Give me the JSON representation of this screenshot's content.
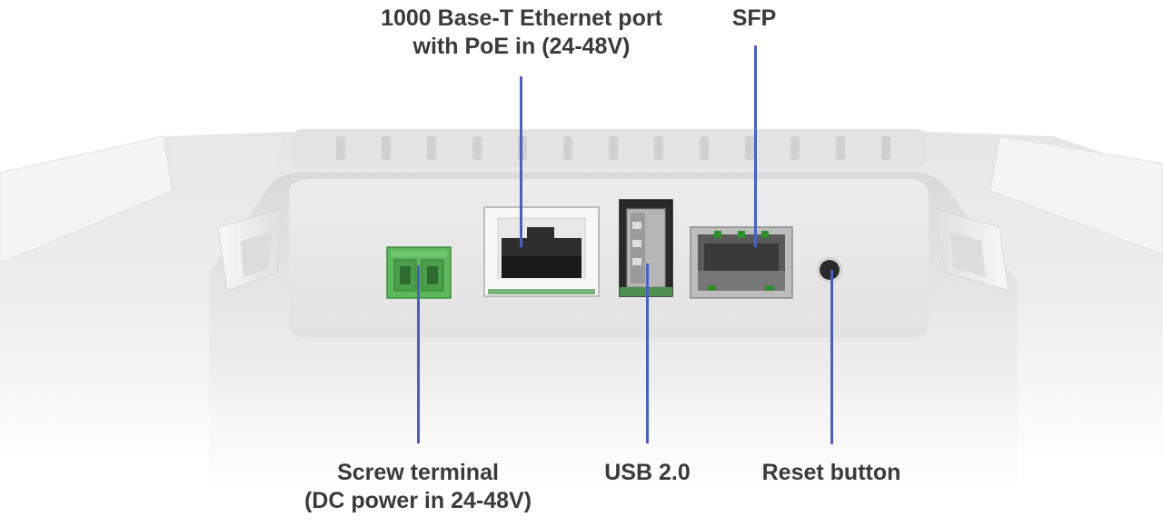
{
  "callouts": {
    "ethernet": {
      "line1": "1000 Base-T Ethernet port",
      "line2": "with PoE in (24-48V)"
    },
    "sfp": {
      "line1": "SFP"
    },
    "screw_terminal": {
      "line1": "Screw terminal",
      "line2": "(DC power in 24-48V)"
    },
    "usb": {
      "line1": "USB 2.0"
    },
    "reset": {
      "line1": "Reset button"
    }
  },
  "colors": {
    "leader_line": "#4a5fc1",
    "label_text": "#3a3a3a",
    "terminal_green": "#5cb85c",
    "housing": "#f2f2f2"
  }
}
